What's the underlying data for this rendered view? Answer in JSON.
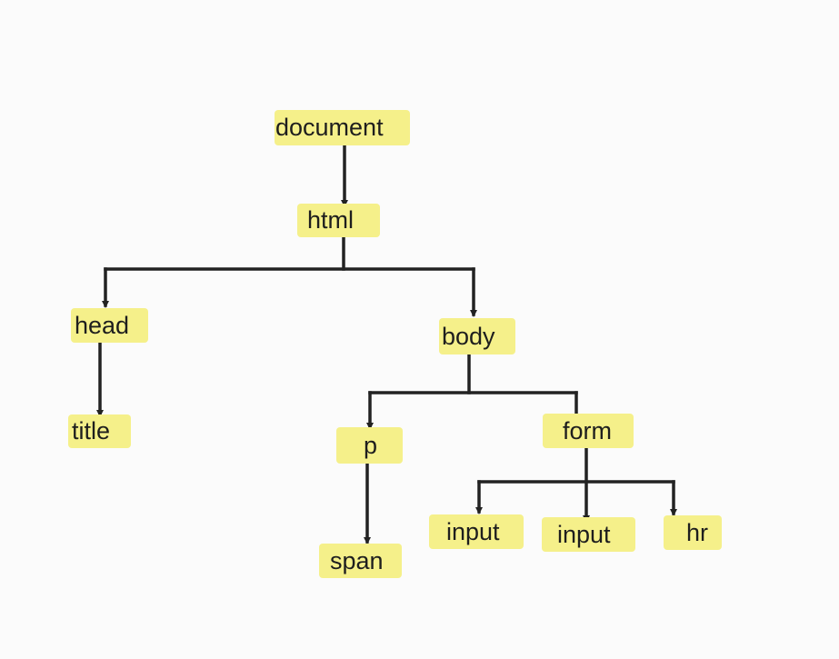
{
  "colors": {
    "node_fill": "#f5f08a",
    "edge": "#222222",
    "background": "#fbfbfb"
  },
  "nodes": {
    "document": "document",
    "html": "html",
    "head": "head",
    "body": "body",
    "title": "title",
    "p": "p",
    "form": "form",
    "span": "span",
    "input1": "input",
    "input2": "input",
    "hr": "hr"
  }
}
